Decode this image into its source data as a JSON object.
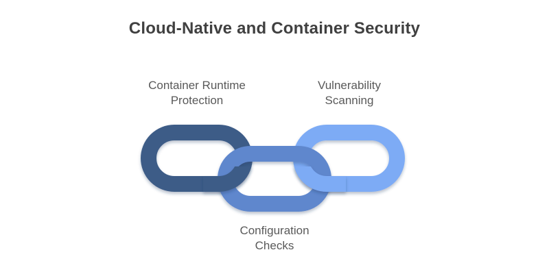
{
  "title": "Cloud-Native and Container Security",
  "chain": {
    "links": [
      {
        "id": "container-runtime-protection",
        "label_line1": "Container Runtime",
        "label_line2": "Protection",
        "color": "#3e5c87",
        "label_position": "top"
      },
      {
        "id": "configuration-checks",
        "label_line1": "Configuration",
        "label_line2": "Checks",
        "color": "#5f87cd",
        "label_position": "bottom"
      },
      {
        "id": "vulnerability-scanning",
        "label_line1": "Vulnerability",
        "label_line2": "Scanning",
        "color": "#7dabf5",
        "label_position": "top"
      }
    ]
  },
  "colors": {
    "title_text": "#404040",
    "label_text": "#595959",
    "background": "#ffffff"
  }
}
